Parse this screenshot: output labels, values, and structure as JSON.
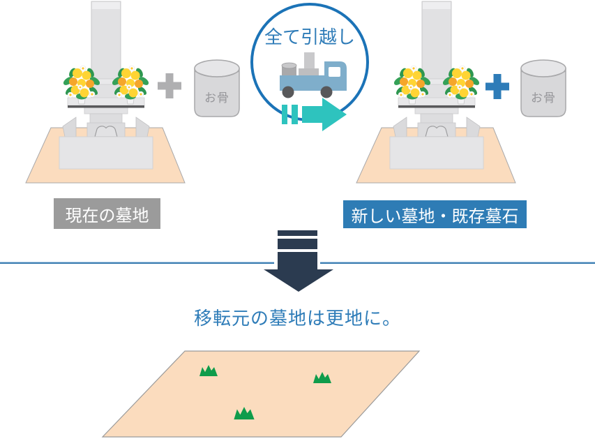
{
  "colors": {
    "accent_blue": "#2E7CB5",
    "blue_text": "#2F7CB8",
    "circle_border_blue": "#1B73B7",
    "teal_arrow": "#2EC3BE",
    "navy_arrow": "#2B3B50",
    "label_gray_bg": "#9B9B9B",
    "label_blue_bg": "#2E7CB5",
    "ground_peach": "#FBDCBE",
    "grass_green": "#0F9C4B",
    "stone_gray": "#E1E1E3",
    "plus_gray": "#AFAFB1",
    "plus_blue": "#2E7CB8",
    "divider_blue": "#3E7FB2",
    "truck_blue": "#7FAECB"
  },
  "before": {
    "label": "現在の墓地",
    "urn_label": "お骨"
  },
  "transfer": {
    "badge_text": "全て引越し"
  },
  "after": {
    "label": "新しい墓地・既存墓石",
    "urn_label": "お骨"
  },
  "result": {
    "caption": "移転元の墓地は更地に。"
  }
}
